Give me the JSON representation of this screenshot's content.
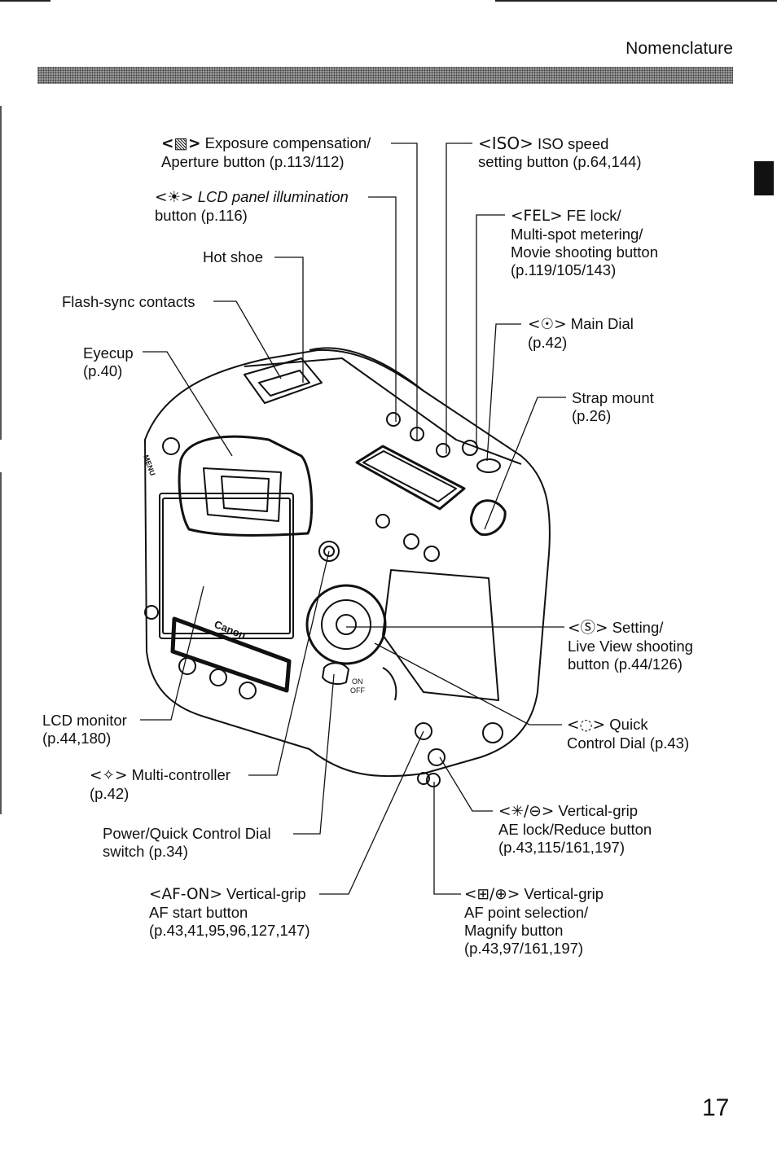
{
  "header": {
    "section_title": "Nomenclature"
  },
  "labels": {
    "exposure_comp": {
      "symbol": "<▧>",
      "line1": " Exposure compensation/",
      "line2": "Aperture button (p.113/112)"
    },
    "lcd_illum": {
      "symbol": "<☀>",
      "line1_italic": " LCD panel illumination",
      "line2": "button (p.116)"
    },
    "hot_shoe": {
      "text": "Hot shoe"
    },
    "flash_sync": {
      "text": "Flash-sync contacts"
    },
    "eyecup": {
      "line1": "Eyecup",
      "line2": "(p.40)"
    },
    "iso": {
      "symbol": "<ISO>",
      "line1": " ISO speed",
      "line2": "setting button (p.64,144)"
    },
    "fel": {
      "symbol": "<FEL>",
      "line1": " FE lock/",
      "line2": "Multi-spot metering/",
      "line3": "Movie shooting button",
      "line4": "(p.119/105/143)"
    },
    "main_dial": {
      "symbol": "<☉>",
      "line1": " Main Dial",
      "line2": "(p.42)"
    },
    "strap_mount": {
      "line1": "Strap mount",
      "line2": "(p.26)"
    },
    "set_button": {
      "symbol": "<Ⓢ>",
      "line1": " Setting/",
      "line2": "Live View shooting",
      "line3": "button (p.44/126)"
    },
    "quick_dial": {
      "symbol": "<◌>",
      "line1": " Quick",
      "line2": "Control Dial (p.43)"
    },
    "lcd_monitor": {
      "line1": "LCD monitor",
      "line2": "(p.44,180)"
    },
    "multi_controller": {
      "symbol": "<✧>",
      "line1": " Multi-controller",
      "line2": "(p.42)"
    },
    "power_switch": {
      "line1": "Power/Quick Control Dial",
      "line2": "switch (p.34)"
    },
    "vg_ae_lock": {
      "symbol": "<✳/⊖>",
      "line1": " Vertical-grip",
      "line2": "AE lock/Reduce button",
      "line3": "(p.43,115/161,197)"
    },
    "vg_af_on": {
      "symbol": "<AF-ON>",
      "line1": " Vertical-grip",
      "line2": "AF start button",
      "line3": "(p.43,41,95,96,127,147)"
    },
    "vg_af_point": {
      "symbol": "<⊞/⊕>",
      "line1": " Vertical-grip",
      "line2": "AF point selection/",
      "line3": "Magnify button",
      "line4": "(p.43,97/161,197)"
    }
  },
  "camera_markings": {
    "brand": "Canon",
    "menu": "MENU",
    "on": "ON",
    "off": "OFF"
  },
  "footer": {
    "page_number": "17"
  }
}
